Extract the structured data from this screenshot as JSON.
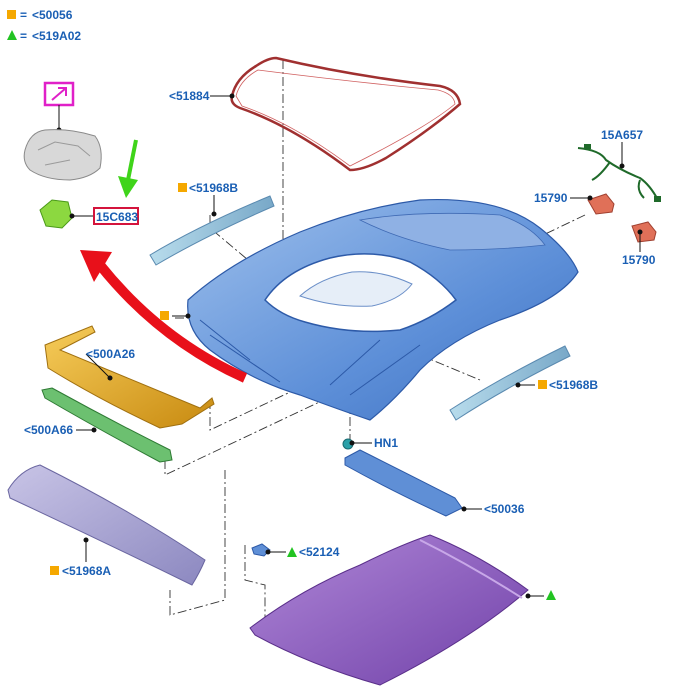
{
  "legend": [
    {
      "marker": "orange-square",
      "eq": "=",
      "text": "<50056"
    },
    {
      "marker": "green-triangle",
      "eq": "=",
      "text": "<519A02"
    }
  ],
  "parts": {
    "seal_51884": "<51884",
    "rail_51968b_left": "<51968B",
    "harness_15a657": "15A657",
    "switch_15790_a": "15790",
    "switch_15790_b": "15790",
    "lamp_15c683": "15C683",
    "panel_500a26": "<500A26",
    "bar_500a66": "<500A66",
    "rail_51968b_right": "<51968B",
    "clip_hn1": "HN1",
    "bracket_50036": "<50036",
    "panel_51968a": "<51968A",
    "clip_52124": "<52124"
  },
  "colors": {
    "label": "#1a5fb4",
    "legend_square": "#f5a800",
    "legend_triangle": "#22c322",
    "highlight_box": "#d4143c",
    "callout_box": "#e020c8",
    "arrow_red": "#e8101a",
    "arrow_green": "#3fd41a",
    "roof_frame": "#5f8fd6",
    "headliner": "#8c5cb8",
    "rail": "#9cc8de",
    "front_panel": "#e0a020",
    "seal": "#a03030"
  }
}
